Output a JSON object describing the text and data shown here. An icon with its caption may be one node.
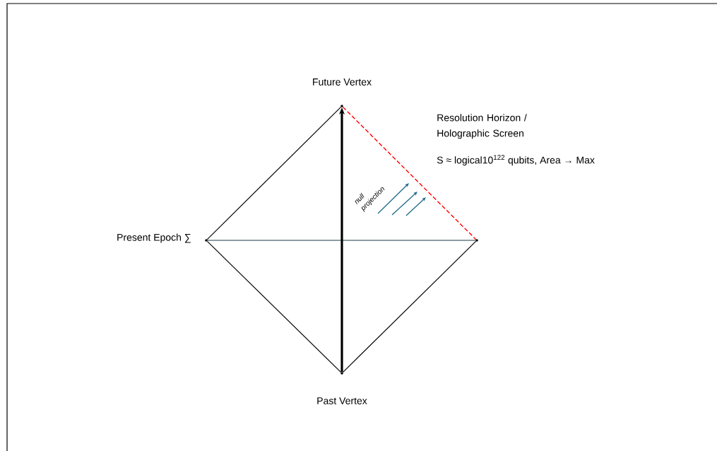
{
  "diagram": {
    "nodes": [
      {
        "text": [],
        "shape": "point",
        "beside": [
          "Future Vertex"
        ]
      },
      {
        "text": [],
        "shape": "point",
        "beside": [
          "Present Epoch ∑"
        ]
      },
      {
        "text": [],
        "shape": "point"
      },
      {
        "text": [],
        "shape": "point",
        "beside": [
          "Past Vertex"
        ]
      }
    ],
    "edges": [
      {
        "from": 0,
        "to": 1,
        "arrow": "none"
      },
      {
        "from": 1,
        "to": 3,
        "arrow": "none"
      },
      {
        "from": 3,
        "to": 2,
        "arrow": "none"
      },
      {
        "from": 0,
        "to": 2,
        "arrow": "none",
        "style": "dashed",
        "color": "#ff0000"
      },
      {
        "from": 1,
        "to": 2,
        "arrow": "none",
        "color": "#1f3a4a"
      },
      {
        "from": 3,
        "to": 0,
        "arrow": "to",
        "style": "thick"
      }
    ],
    "labels": [
      "Resolution Horizon / Holographic Screen",
      "S ≈ logical10$^{122}$ qubits, Area → Max",
      "null projection"
    ]
  }
}
